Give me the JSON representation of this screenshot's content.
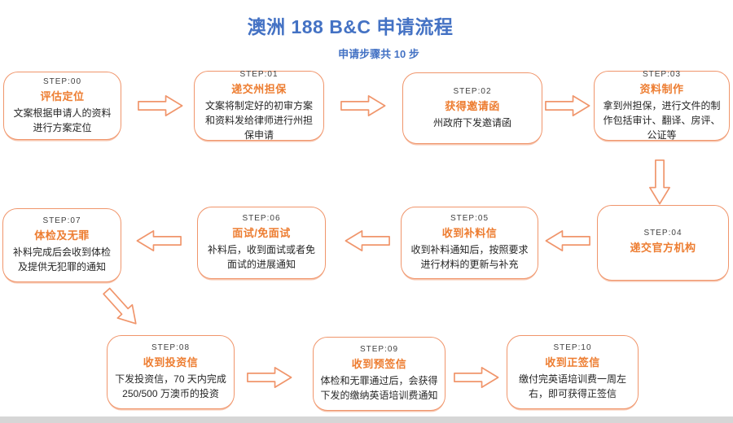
{
  "header": {
    "title": "澳洲 188 B&C 申请流程",
    "subtitle": "申请步骤共 10 步"
  },
  "colors": {
    "title_blue": "#4472C4",
    "step_title_orange": "#ED7D31",
    "outline_orange": "#F0956B",
    "step_label_gray": "#3F3F3F",
    "text_dark": "#262626",
    "bottom_bar_gray": "#D6D6D6",
    "background": "#FFFFFF"
  },
  "steps": [
    {
      "step_label": "STEP:00",
      "title": "评估定位",
      "desc": "文案根据申请人的资料进行方案定位"
    },
    {
      "step_label": "STEP:01",
      "title": "递交州担保",
      "desc": "文案将制定好的初审方案和资料发给律师进行州担保申请"
    },
    {
      "step_label": "STEP:02",
      "title": "获得邀请函",
      "desc": "州政府下发邀请函"
    },
    {
      "step_label": "STEP:03",
      "title": "资料制作",
      "desc": "拿到州担保，进行文件的制作包括审计、翻译、房评、公证等"
    },
    {
      "step_label": "STEP:04",
      "title": "递交官方机构",
      "desc": ""
    },
    {
      "step_label": "STEP:05",
      "title": "收到补料信",
      "desc": "收到补料通知后，按照要求进行材料的更新与补充"
    },
    {
      "step_label": "STEP:06",
      "title": "面试/免面试",
      "desc": "补料后，收到面试或者免面试的进展通知"
    },
    {
      "step_label": "STEP:07",
      "title": "体检及无罪",
      "desc": "补料完成后会收到体检及提供无犯罪的通知"
    },
    {
      "step_label": "STEP:08",
      "title": "收到投资信",
      "desc": "下发投资信，70 天内完成 250/500 万澳币的投资"
    },
    {
      "step_label": "STEP:09",
      "title": "收到预签信",
      "desc": "体检和无罪通过后，会获得下发的缴纳英语培训费通知"
    },
    {
      "step_label": "STEP:10",
      "title": "收到正签信",
      "desc": "缴付完英语培训费一周左右，即可获得正签信"
    }
  ]
}
